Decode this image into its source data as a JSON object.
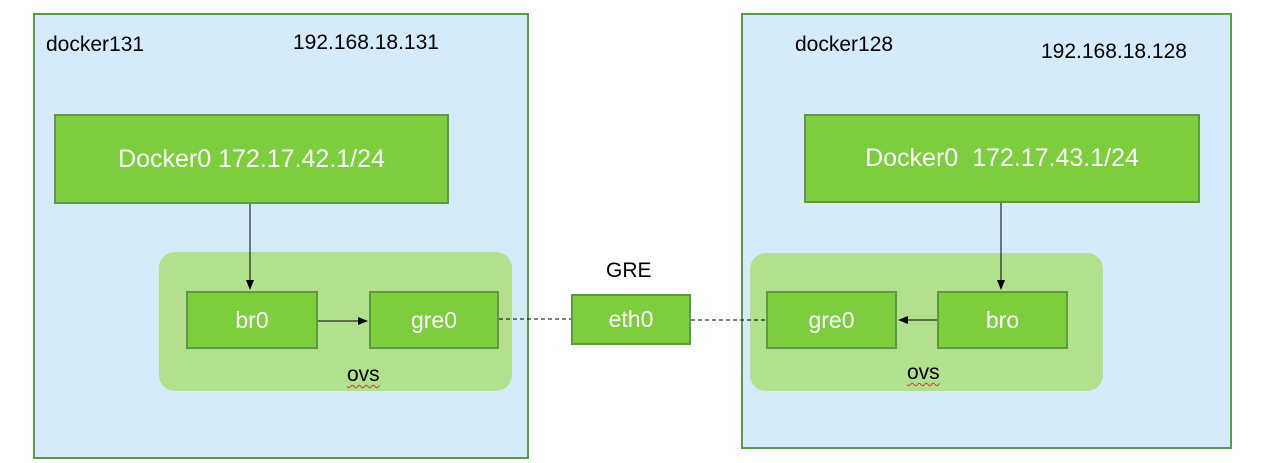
{
  "hosts": {
    "left": {
      "name": "docker131",
      "ip": "192.168.18.131",
      "bridge": "Docker0 172.17.42.1/24",
      "ovs_label": "ovs",
      "port_a": "br0",
      "port_b": "gre0"
    },
    "right": {
      "name": "docker128",
      "ip": "192.168.18.128",
      "bridge": "Docker0  172.17.43.1/24",
      "ovs_label": "ovs",
      "port_a": "gre0",
      "port_b": "bro"
    }
  },
  "tunnel": {
    "label": "GRE",
    "interface": "eth0"
  },
  "colors": {
    "host_bg": "#d6ebfa",
    "border": "#5b9b45",
    "box_fill": "#7dce3c",
    "ovs_fill": "#b2e08c"
  }
}
